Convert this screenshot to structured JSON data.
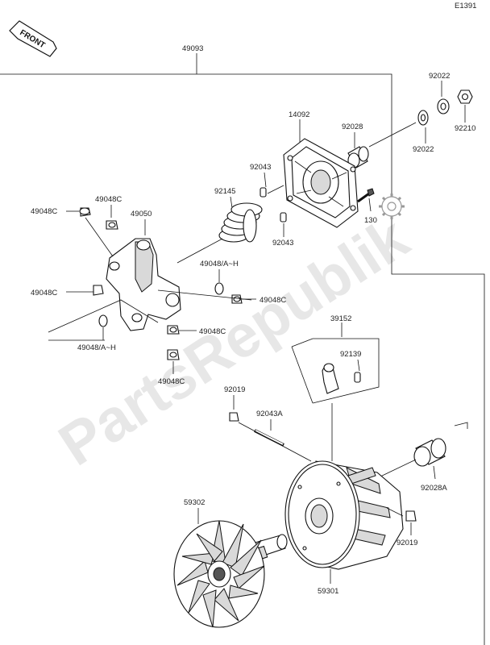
{
  "page_code": "E1391",
  "front_label": "FRONT",
  "watermark": "PartsRepublik",
  "labels": {
    "l49093": "49093",
    "l14092": "14092",
    "l92022a": "92022",
    "l92022b": "92022",
    "l92210": "92210",
    "l92028": "92028",
    "l92043a": "92043",
    "l92043b": "92043",
    "l92145": "92145",
    "l130": "130",
    "l49048c_1": "49048C",
    "l49048c_2": "49048C",
    "l49048c_3": "49048C",
    "l49048c_4": "49048C",
    "l49048c_5": "49048C",
    "l49048c_6": "49048C",
    "l49050": "49050",
    "l49048ah_1": "49048/A~H",
    "l49048ah_2": "49048/A~H",
    "l39152": "39152",
    "l92139": "92139",
    "l92019a": "92019",
    "l92019b": "92019",
    "l92043c": "92043A",
    "l92028a": "92028A",
    "l59302": "59302",
    "l59301": "59301"
  }
}
